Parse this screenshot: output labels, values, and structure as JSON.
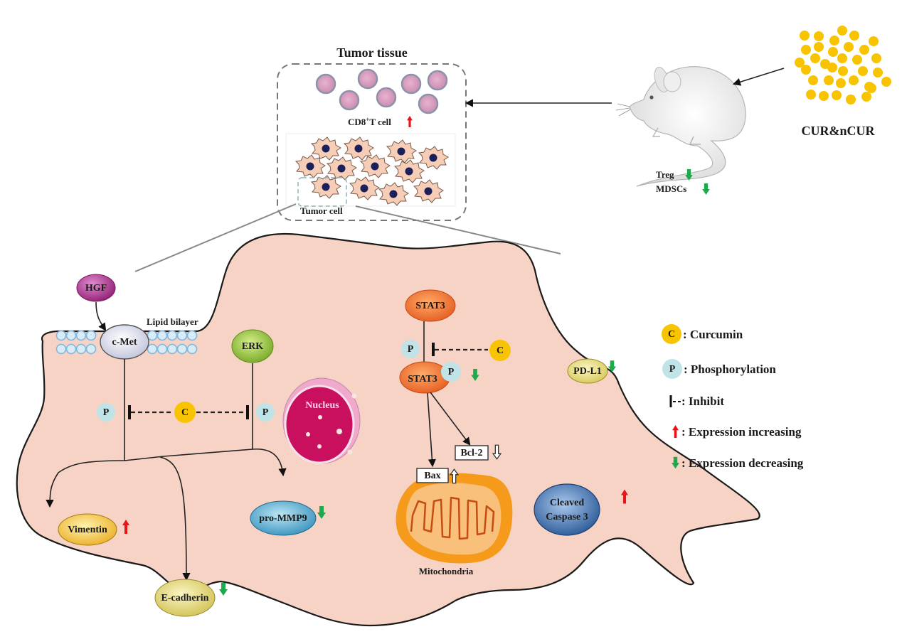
{
  "tissue": {
    "title": "Tumor tissue",
    "cd8_label": "CD8",
    "cd8_sup": "+",
    "cd8_suffix": "T cell",
    "tumor_cell_label": "Tumor cell"
  },
  "mouse": {
    "treg_label": "Treg",
    "mdsc_label": "MDSCs"
  },
  "drug": {
    "label": "CUR&nCUR"
  },
  "cell": {
    "hgf": "HGF",
    "cmet": "c-Met",
    "lipid_bilayer": "Lipid bilayer",
    "erk": "ERK",
    "stat3_top": "STAT3",
    "stat3_bottom": "STAT3",
    "p_symbol": "P",
    "c_symbol": "C",
    "nucleus": "Nucleus",
    "bcl2": "Bcl-2",
    "bax": "Bax",
    "mitochondria": "Mitochondria",
    "pdl1": "PD-L1",
    "cleaved": "Cleaved",
    "caspase3": "Caspase 3",
    "vimentin": "Vimentin",
    "pro_mmp9": "pro-MMP9",
    "e_cadherin": "E-cadherin"
  },
  "regulation": {
    "cd8_t_cell": "up",
    "treg": "down",
    "mdscs": "down",
    "p_stat3": "down",
    "pd_l1": "down",
    "bcl2": "down",
    "bax": "up",
    "cleaved_caspase3": "up",
    "vimentin": "up",
    "pro_mmp9": "down",
    "e_cadherin": "down"
  },
  "legend": {
    "items": [
      {
        "symbol": "C",
        "label": ": Curcumin"
      },
      {
        "symbol": "P",
        "label": ": Phosphorylation"
      },
      {
        "symbol": "|--",
        "label": ": Inhibit"
      },
      {
        "symbol": "red-up-arrow",
        "label": ": Expression increasing"
      },
      {
        "symbol": "green-down-arrow",
        "label": ": Expression decreasing"
      }
    ]
  },
  "colors": {
    "cell_fill": "#f7d3c6",
    "curcumin": "#f8c300",
    "phospho": "#bfe3e6",
    "increase": "#e8141b",
    "decrease": "#1ea94a",
    "stat3": "#f0772a",
    "hgf": "#b0308e",
    "erk": "#92c433",
    "cmet": "#d9dbea",
    "nucleus": "#c8105f",
    "mitochondria": "#f59a1b",
    "caspase": "#2c63a6",
    "mmp9": "#49a7cf",
    "vimentin": "#f3c22e",
    "ecadherin": "#e6d96a",
    "pdl1": "#e8dc72"
  }
}
